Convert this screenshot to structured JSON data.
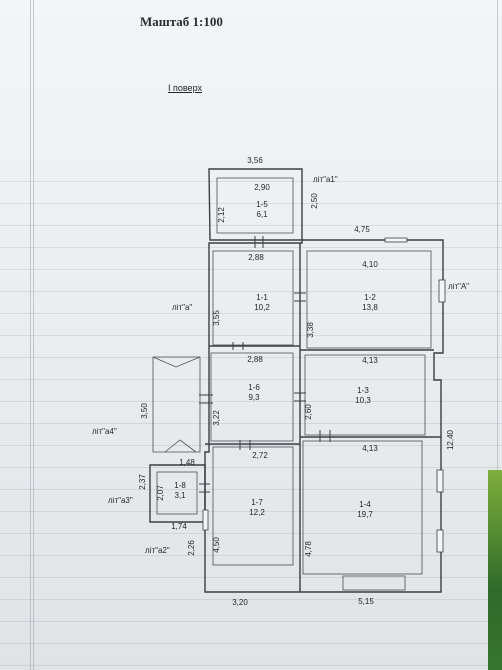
{
  "header": {
    "scale": "Маштаб 1:100",
    "floor": "I поверх"
  },
  "litera": {
    "a1": "літ\"а1\"",
    "A": "літ\"А\"",
    "a": "літ\"а\"",
    "a4": "літ\"а4\"",
    "a3": "літ\"а3\"",
    "a2": "літ\"а2\""
  },
  "rooms": [
    {
      "id": "1-5",
      "area": "6,1"
    },
    {
      "id": "1-1",
      "area": "10,2"
    },
    {
      "id": "1-2",
      "area": "13,8"
    },
    {
      "id": "1-6",
      "area": "9,3"
    },
    {
      "id": "1-3",
      "area": "10,3"
    },
    {
      "id": "1-8",
      "area": "3,1"
    },
    {
      "id": "1-7",
      "area": "12,2"
    },
    {
      "id": "1-4",
      "area": "19,7"
    }
  ],
  "dimensions": {
    "d356": "3,56",
    "d290": "2,90",
    "d212": "2,12",
    "d250": "2,50",
    "d475": "4,75",
    "d288a": "2,88",
    "d410": "4,10",
    "d355": "3,55",
    "d338": "3,38",
    "d288b": "2,88",
    "d413a": "4,13",
    "d350": "3,50",
    "d322": "3,22",
    "d260": "2,60",
    "d272": "2,72",
    "d413b": "4,13",
    "d1240": "12,40",
    "d148": "1,48",
    "d237": "2,37",
    "d207": "2,07",
    "d174": "1,74",
    "d226": "2,26",
    "d450": "4,50",
    "d478": "4,78",
    "d320": "3,20",
    "d515": "5,15"
  }
}
